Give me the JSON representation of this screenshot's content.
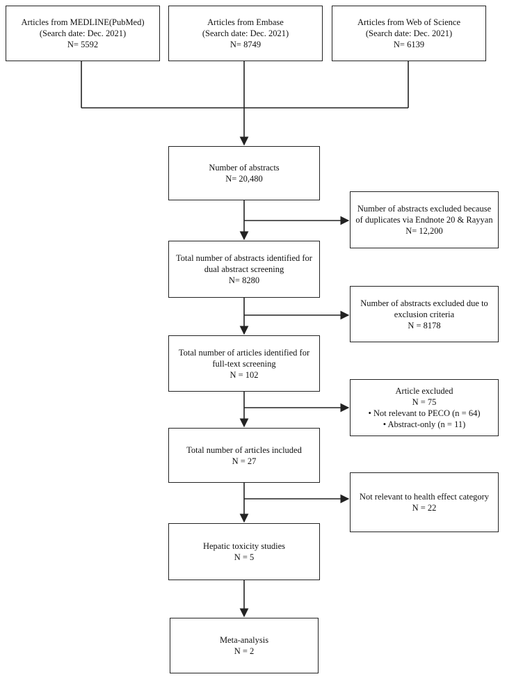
{
  "sources": [
    {
      "lines": [
        "Articles from MEDLINE(PubMed)",
        "(Search date: Dec. 2021)",
        "N= 5592"
      ]
    },
    {
      "lines": [
        "Articles from Embase",
        "(Search date: Dec. 2021)",
        "N= 8749"
      ]
    },
    {
      "lines": [
        "Articles from Web of Science",
        "(Search date: Dec. 2021)",
        "N= 6139"
      ]
    }
  ],
  "main_steps": [
    {
      "lines": [
        "Number of abstracts",
        "N= 20,480"
      ]
    },
    {
      "lines": [
        "Total number of abstracts identified for",
        "dual abstract screening",
        "N= 8280"
      ]
    },
    {
      "lines": [
        "Total number of articles identified for",
        "full-text screening",
        "N = 102"
      ]
    },
    {
      "lines": [
        "Total number of articles included",
        "N = 27"
      ]
    },
    {
      "lines": [
        "Hepatic toxicity studies",
        "N = 5"
      ]
    },
    {
      "lines": [
        "Meta-analysis",
        "N = 2"
      ]
    }
  ],
  "exclusions": [
    {
      "lines": [
        "Number of abstracts excluded because",
        "of duplicates via Endnote 20 & Rayyan",
        "N= 12,200"
      ]
    },
    {
      "lines": [
        "Number of abstracts excluded due to",
        "exclusion criteria",
        "N = 8178"
      ]
    },
    {
      "lines": [
        "Article excluded",
        "N = 75",
        "• Not relevant to PECO (n = 64)",
        "• Abstract-only (n = 11)"
      ]
    },
    {
      "lines": [
        "Not relevant to health effect category",
        "N = 22"
      ]
    }
  ]
}
